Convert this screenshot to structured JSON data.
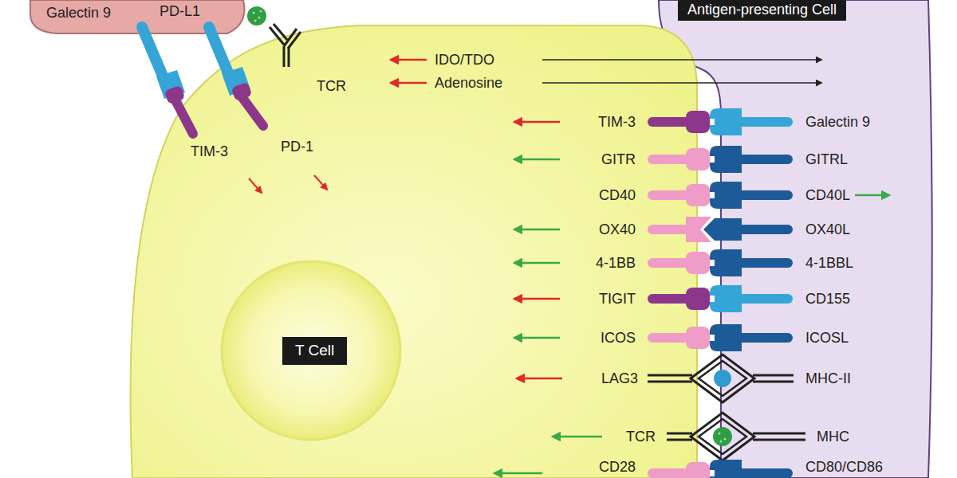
{
  "diagram": {
    "nodes": [
      {
        "text": [
          "Antigen-presenting Cell"
        ]
      },
      {
        "text": [
          "T Cell"
        ]
      }
    ],
    "labels": [
      "Galectin 9",
      "PD-L1",
      "TCR",
      "TIM-3",
      "PD-1",
      "IDO/TDO",
      "Adenosine",
      "TIM-3",
      "Galectin 9",
      "GITR",
      "GITRL",
      "CD40",
      "CD40L",
      "OX40",
      "OX40L",
      "4-1BB",
      "4-1BBL",
      "TIGIT",
      "CD155",
      "ICOS",
      "ICOSL",
      "LAG3",
      "MHC-II",
      "TCR",
      "MHC",
      "CD28",
      "CD80/CD86"
    ]
  }
}
